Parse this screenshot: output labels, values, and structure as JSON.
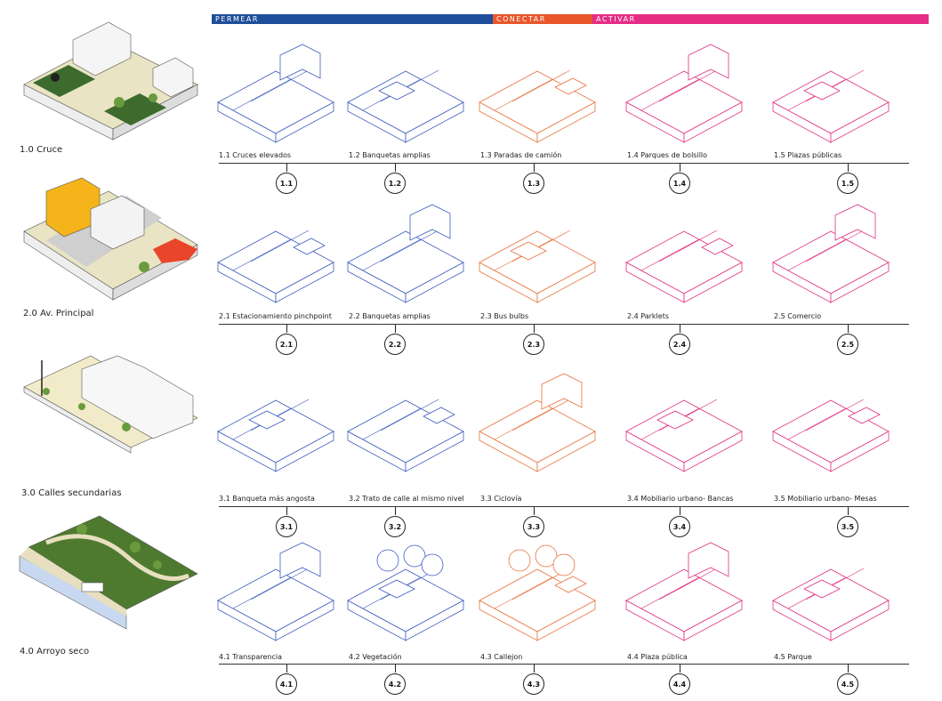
{
  "header": {
    "bands": [
      {
        "label": "PERMEAR",
        "color": "#1f4e9a"
      },
      {
        "label": "CONECTAR",
        "color": "#e8562a"
      },
      {
        "label": "ACTIVAR",
        "color": "#e52d86"
      }
    ]
  },
  "colors": {
    "permear": "#3f5bbf",
    "conectar": "#e8723c",
    "activar": "#e0307f",
    "dark": "#222222"
  },
  "rows": [
    {
      "title": "1.0 Cruce",
      "items": [
        {
          "label": "1.1 Cruces elevados",
          "badge": "1.1",
          "icon": "raised-crossing-illustration"
        },
        {
          "label": "1.2 Banquetas amplias",
          "badge": "1.2",
          "icon": "wide-sidewalk-illustration"
        },
        {
          "label": "1.3 Paradas de camión",
          "badge": "1.3",
          "icon": "bus-stop-illustration"
        },
        {
          "label": "1.4 Parques de bolsillo",
          "badge": "1.4",
          "icon": "pocket-park-illustration"
        },
        {
          "label": "1.5 Plazas públicas",
          "badge": "1.5",
          "icon": "public-plaza-illustration"
        }
      ]
    },
    {
      "title": "2.0 Av. Principal",
      "items": [
        {
          "label": "2.1 Estacionamiento pinchpoint",
          "badge": "2.1",
          "icon": "pinchpoint-illustration"
        },
        {
          "label": "2.2 Banquetas amplias",
          "badge": "2.2",
          "icon": "wide-sidewalk-illustration"
        },
        {
          "label": "2.3 Bus bulbs",
          "badge": "2.3",
          "icon": "bus-bulb-illustration"
        },
        {
          "label": "2.4 Parklets",
          "badge": "2.4",
          "icon": "parklet-illustration"
        },
        {
          "label": "2.5 Comercio",
          "badge": "2.5",
          "icon": "commerce-illustration"
        }
      ]
    },
    {
      "title": "3.0 Calles secundarias",
      "items": [
        {
          "label": "3.1 Banqueta más angosta",
          "badge": "3.1",
          "icon": "narrow-sidewalk-illustration"
        },
        {
          "label": "3.2 Trato de calle al mismo nivel",
          "badge": "3.2",
          "icon": "level-street-illustration"
        },
        {
          "label": "3.3 Ciclovía",
          "badge": "3.3",
          "icon": "bike-lane-illustration"
        },
        {
          "label": "3.4 Mobiliario urbano- Bancas",
          "badge": "3.4",
          "icon": "benches-illustration"
        },
        {
          "label": "3.5 Mobiliario urbano- Mesas",
          "badge": "3.5",
          "icon": "tables-illustration"
        }
      ]
    },
    {
      "title": "4.0 Arroyo seco",
      "items": [
        {
          "label": "4.1 Transparencia",
          "badge": "4.1",
          "icon": "transparency-illustration"
        },
        {
          "label": "4.2 Vegetación",
          "badge": "4.2",
          "icon": "vegetation-illustration"
        },
        {
          "label": "4.3 Callejon",
          "badge": "4.3",
          "icon": "alley-illustration"
        },
        {
          "label": "4.4 Plaza pública",
          "badge": "4.4",
          "icon": "public-plaza-illustration"
        },
        {
          "label": "4.5 Parque",
          "badge": "4.5",
          "icon": "park-illustration"
        }
      ]
    }
  ]
}
